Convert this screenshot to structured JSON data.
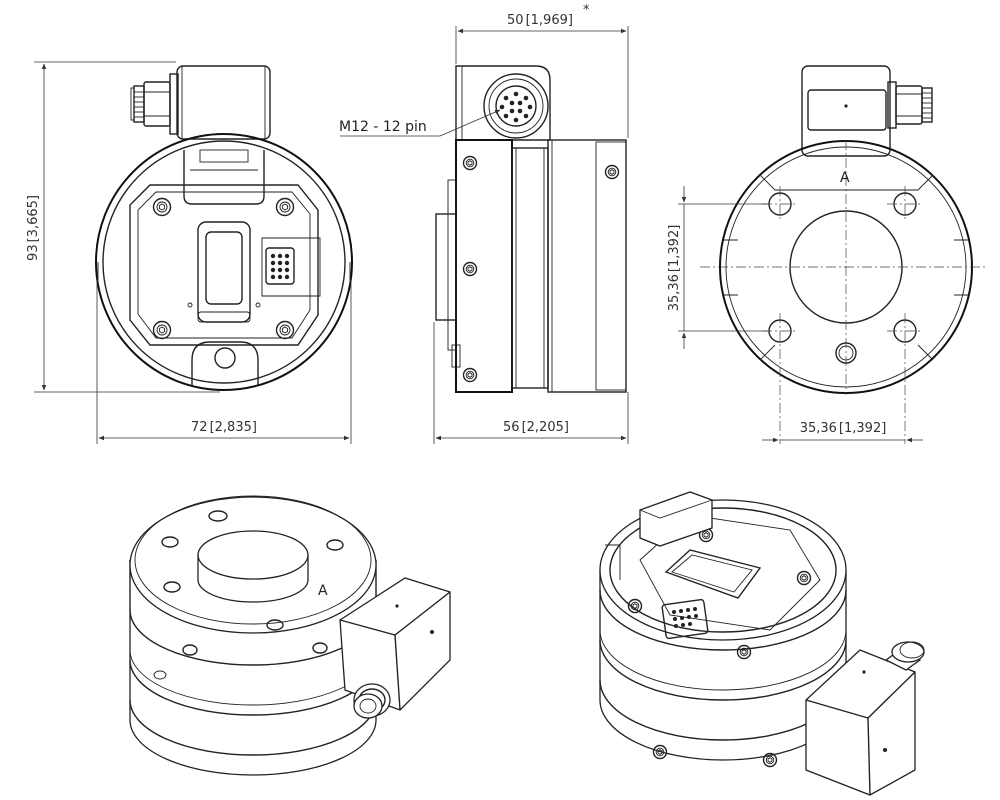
{
  "dimensions": {
    "top_width": "50",
    "top_width_in": "1,969",
    "asterisk": "*",
    "height": "93",
    "height_in": "3,665",
    "front_width": "72",
    "front_width_in": "2,835",
    "side_width": "56",
    "side_width_in": "2,205",
    "bolt_v": "35,36",
    "bolt_v_in": "1,392",
    "bolt_h": "35,36",
    "bolt_h_in": "1,392"
  },
  "labels": {
    "connector": "M12 - 12 pin",
    "datum_rear": "A",
    "datum_iso": "A"
  }
}
